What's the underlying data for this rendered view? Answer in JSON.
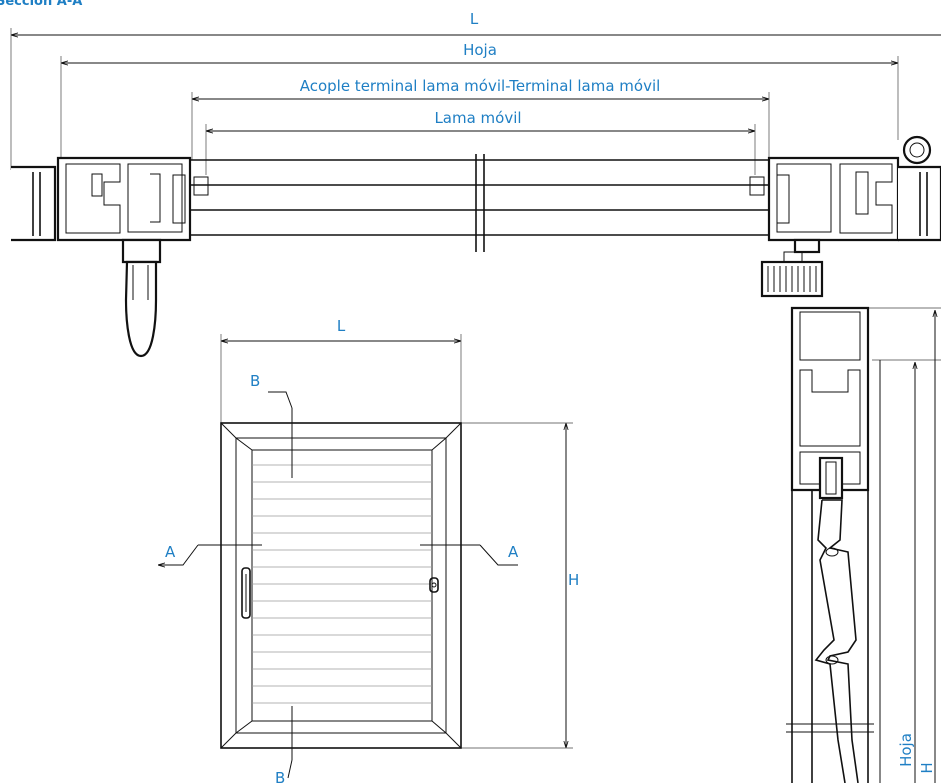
{
  "section_title": "Sección A-A",
  "top_section": {
    "dims": {
      "overall": "L",
      "leaf": "Hoja",
      "coupling": "Acople terminal lama móvil-Terminal lama móvil",
      "slat": "Lama móvil"
    }
  },
  "elevation": {
    "width_label": "L",
    "height_label": "H",
    "section_marks": {
      "a_left": "A",
      "a_right": "A",
      "b_top": "B",
      "b_bottom": "B"
    }
  },
  "side_section": {
    "leaf_label": "Hoja",
    "height_label": "H"
  }
}
